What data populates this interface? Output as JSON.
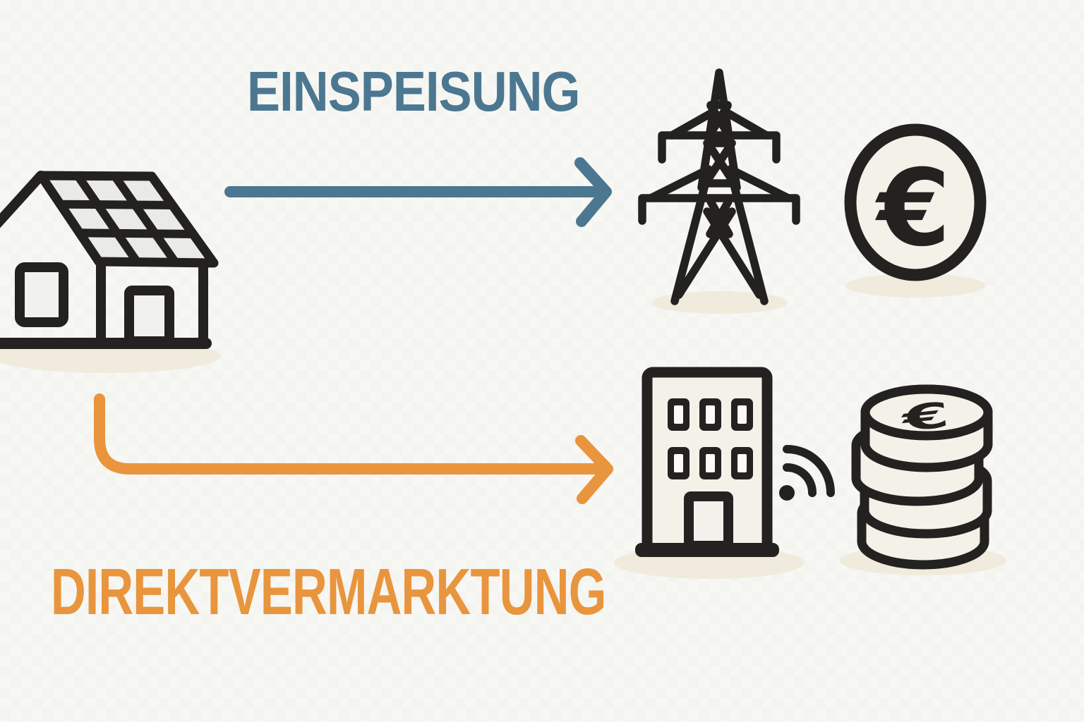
{
  "background": {
    "color": "#f7f7f4"
  },
  "labels": {
    "einspeisung": "EINSPEISUNG",
    "direktvermarktung": "DIREKTVERMARKTUNG"
  },
  "symbols": {
    "euro": "€"
  },
  "colors": {
    "feed_in_blue": "#4c7791",
    "direct_marketing_orange": "#e8953d",
    "icon_outline": "#242220",
    "icon_fill": "#f4f1e8",
    "ground_shadow": "#f0ebdc"
  },
  "flows": [
    {
      "label": "EINSPEISUNG",
      "color": "#4c7791",
      "from": "house-solar-icon",
      "arrow": "straight-right-arrow",
      "to": [
        "transmission-tower-icon",
        "euro-coin-icon"
      ]
    },
    {
      "label": "DIREKTVERMARKTUNG",
      "color": "#e8953d",
      "from": "house-solar-icon",
      "arrow": "down-then-right-arrow",
      "to": [
        "office-building-icon",
        "wifi-icon",
        "coin-stack-icon"
      ]
    }
  ],
  "icons": [
    "house-solar-icon",
    "feed-in-arrow",
    "transmission-tower-icon",
    "euro-coin-icon",
    "direct-marketing-arrow",
    "office-building-icon",
    "wifi-icon",
    "coin-stack-icon"
  ]
}
